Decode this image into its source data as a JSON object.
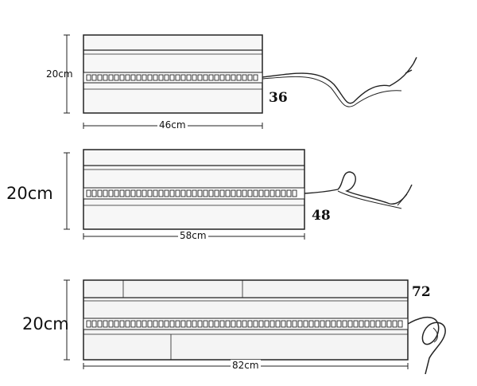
{
  "panels": [
    {
      "height_label": "20cm",
      "width_label": "46cm",
      "led_count": "36"
    },
    {
      "height_label": "20cm",
      "width_label": "58cm",
      "led_count": "48"
    },
    {
      "height_label": "20cm",
      "width_label": "82cm",
      "led_count": "72"
    }
  ],
  "colors": {
    "line": "#222222",
    "panel_fill": "#f7f7f7",
    "led_fill": "#ffffff"
  }
}
